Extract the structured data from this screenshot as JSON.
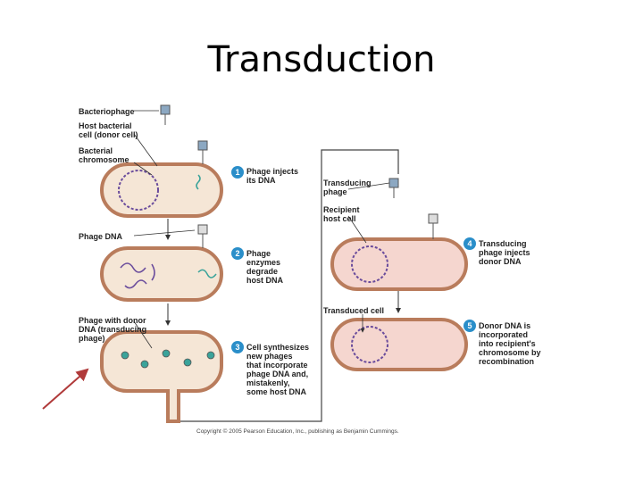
{
  "title": "Transduction",
  "labels": {
    "bacteriophage": "Bacteriophage",
    "host_cell": "Host bacterial\ncell (donor cell)",
    "chromosome": "Bacterial\nchromosome",
    "phage_dna": "Phage DNA",
    "phage_with_donor": "Phage with donor\nDNA (transducing\nphage)",
    "transducing_phage": "Transducing\nphage",
    "recipient_cell": "Recipient\nhost cell",
    "transduced_cell": "Transduced cell"
  },
  "steps": [
    {
      "num": "1",
      "text": "Phage injects\nits DNA"
    },
    {
      "num": "2",
      "text": "Phage\nenzymes\ndegrade\nhost DNA"
    },
    {
      "num": "3",
      "text": "Cell synthesizes\nnew phages\nthat incorporate\nphage DNA and,\nmistakenly,\nsome host DNA"
    },
    {
      "num": "4",
      "text": "Transducing\nphage injects\ndonor DNA"
    },
    {
      "num": "5",
      "text": "Donor DNA is\nincorporated\ninto recipient's\nchromosome by\nrecombination"
    }
  ],
  "copyright": "Copyright © 2005 Pearson Education, Inc., publishing as Benjamin Cummings.",
  "colors": {
    "donor_cell_fill": "#f5e6d6",
    "recipient_cell_fill": "#f5d6cf",
    "cell_border": "#b97c5c",
    "chromosome": "#6a4c9c",
    "phage_dna": "#3aa39a",
    "step_badge": "#2a8ec9",
    "annotation_arrow": "#b03a3a"
  }
}
